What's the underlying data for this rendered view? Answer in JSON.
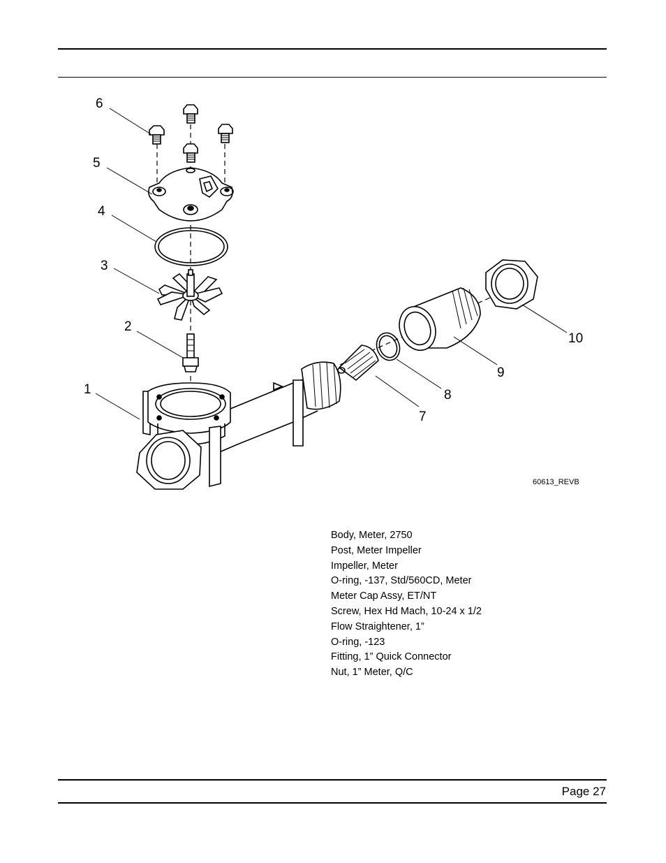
{
  "diagram": {
    "callouts": [
      {
        "id": "c1",
        "label": "1"
      },
      {
        "id": "c2",
        "label": "2"
      },
      {
        "id": "c3",
        "label": "3"
      },
      {
        "id": "c4",
        "label": "4"
      },
      {
        "id": "c5",
        "label": "5"
      },
      {
        "id": "c6",
        "label": "6"
      },
      {
        "id": "c7",
        "label": "7"
      },
      {
        "id": "c8",
        "label": "8"
      },
      {
        "id": "c9",
        "label": "9"
      },
      {
        "id": "c10",
        "label": "10"
      }
    ],
    "drawing_id": "60613_REVB"
  },
  "parts_list": [
    "Body, Meter, 2750",
    "Post, Meter Impeller",
    "Impeller, Meter",
    "O-ring, -137, Std/560CD, Meter",
    "Meter Cap Assy, ET/NT",
    "Screw, Hex Hd Mach, 10-24 x 1/2",
    "Flow Straightener, 1”",
    "O-ring, -123",
    "Fitting, 1” Quick Connector",
    "Nut, 1” Meter, Q/C"
  ],
  "footer": {
    "page": "Page 27"
  }
}
